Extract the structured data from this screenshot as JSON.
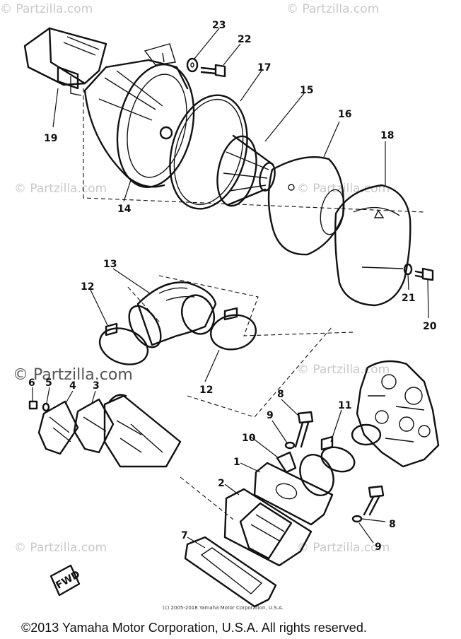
{
  "watermarks": {
    "text": "© Partzilla.com",
    "dark_text": "© Partzilla.com"
  },
  "part_numbers": {
    "p1": "1",
    "p2": "2",
    "p3": "3",
    "p4": "4",
    "p5": "5",
    "p6": "6",
    "p7": "7",
    "p8a": "8",
    "p8b": "8",
    "p9a": "9",
    "p9b": "9",
    "p10": "10",
    "p11": "11",
    "p12a": "12",
    "p12b": "12",
    "p13": "13",
    "p14": "14",
    "p15": "15",
    "p16": "16",
    "p17": "17",
    "p18": "18",
    "p19": "19",
    "p20": "20",
    "p21": "21",
    "p22": "22",
    "p23": "23"
  },
  "direction_marker": "FWD",
  "copyright_small": "(c) 2005-2018 Yamaha Motor Corporation, U.S.A.",
  "copyright_main": "©2013 Yamaha Motor Corporation, U.S.A. All rights reserved."
}
